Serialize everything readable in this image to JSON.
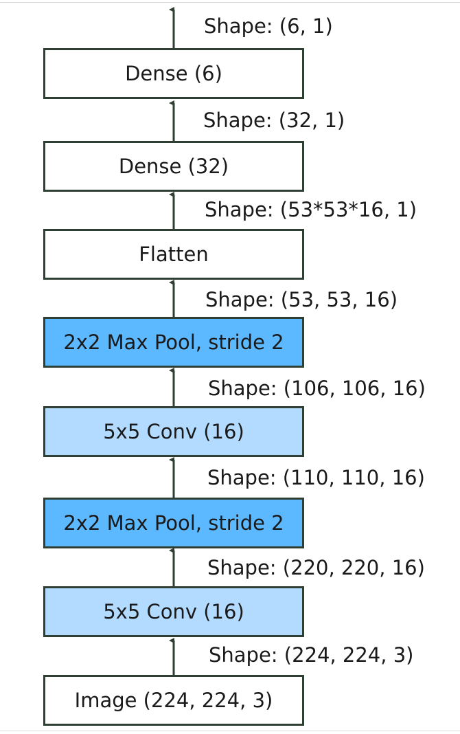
{
  "layers": [
    {
      "label": "Dense (6)",
      "kind": "dense"
    },
    {
      "label": "Dense (32)",
      "kind": "dense"
    },
    {
      "label": "Flatten",
      "kind": "flatten"
    },
    {
      "label": "2x2 Max Pool, stride 2",
      "kind": "pool"
    },
    {
      "label": "5x5 Conv (16)",
      "kind": "conv"
    },
    {
      "label": "2x2 Max Pool, stride 2",
      "kind": "pool"
    },
    {
      "label": "5x5 Conv (16)",
      "kind": "conv"
    },
    {
      "label": "Image (224, 224, 3)",
      "kind": "image"
    }
  ],
  "shapes": [
    "Shape: (6, 1)",
    "Shape: (32, 1)",
    "Shape: (53*53*16, 1)",
    "Shape: (53, 53, 16)",
    "Shape: (106, 106, 16)",
    "Shape: (110, 110, 16)",
    "Shape: (220, 220, 16)",
    "Shape: (224, 224, 3)"
  ],
  "colors": {
    "conv": "#b3dbff",
    "pool": "#5cb8ff",
    "border": "#2f3f34",
    "arrow": "#2f3f34"
  }
}
